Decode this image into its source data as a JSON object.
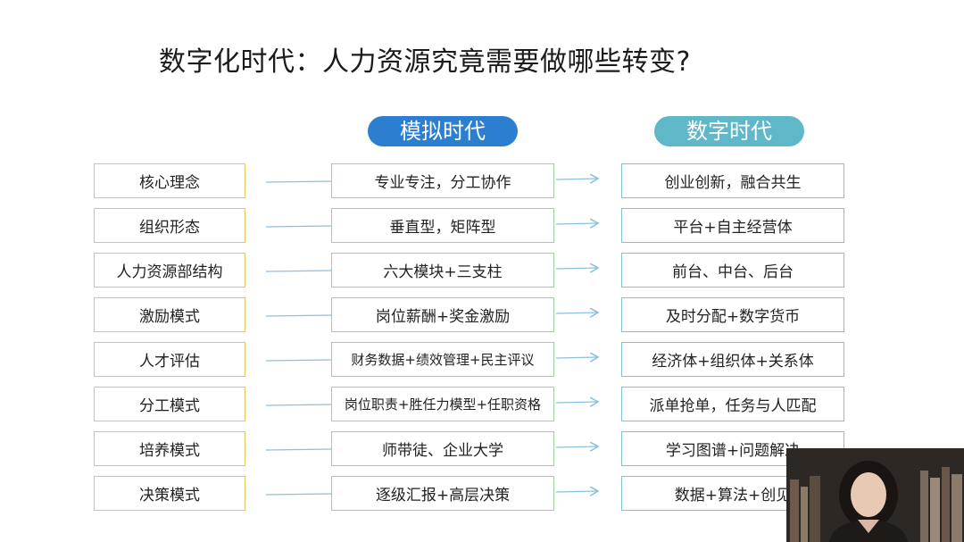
{
  "title": "数字化时代：人力资源究竟需要做哪些转变?",
  "headers": {
    "analog": "模拟时代",
    "digital": "数字时代"
  },
  "rows": [
    {
      "category": "核心理念",
      "analog": "专业专注，分工协作",
      "digital": "创业创新，融合共生"
    },
    {
      "category": "组织形态",
      "analog": "垂直型，矩阵型",
      "digital": "平台+自主经营体"
    },
    {
      "category": "人力资源部结构",
      "analog": "六大模块+三支柱",
      "digital": "前台、中台、后台"
    },
    {
      "category": "激励模式",
      "analog": "岗位薪酬+奖金激励",
      "digital": "及时分配+数字货币"
    },
    {
      "category": "人才评估",
      "analog": "财务数据+绩效管理+民主评议",
      "digital": "经济体+组织体+关系体"
    },
    {
      "category": "分工模式",
      "analog": "岗位职责+胜任力模型+任职资格",
      "digital": "派单抢单，任务与人匹配"
    },
    {
      "category": "培养模式",
      "analog": "师带徒、企业大学",
      "digital": "学习图谱+问题解决"
    },
    {
      "category": "决策模式",
      "analog": "逐级汇报+高层决策",
      "digital": "数据+算法+创见"
    }
  ],
  "colors": {
    "analog_pill": "#2c7fd0",
    "digital_pill": "#5fb8c8",
    "category_border": "#e9c45a",
    "analog_border": "#9fd19a",
    "digital_border": "#7fc4d6",
    "connector": "#8cc0dc"
  }
}
